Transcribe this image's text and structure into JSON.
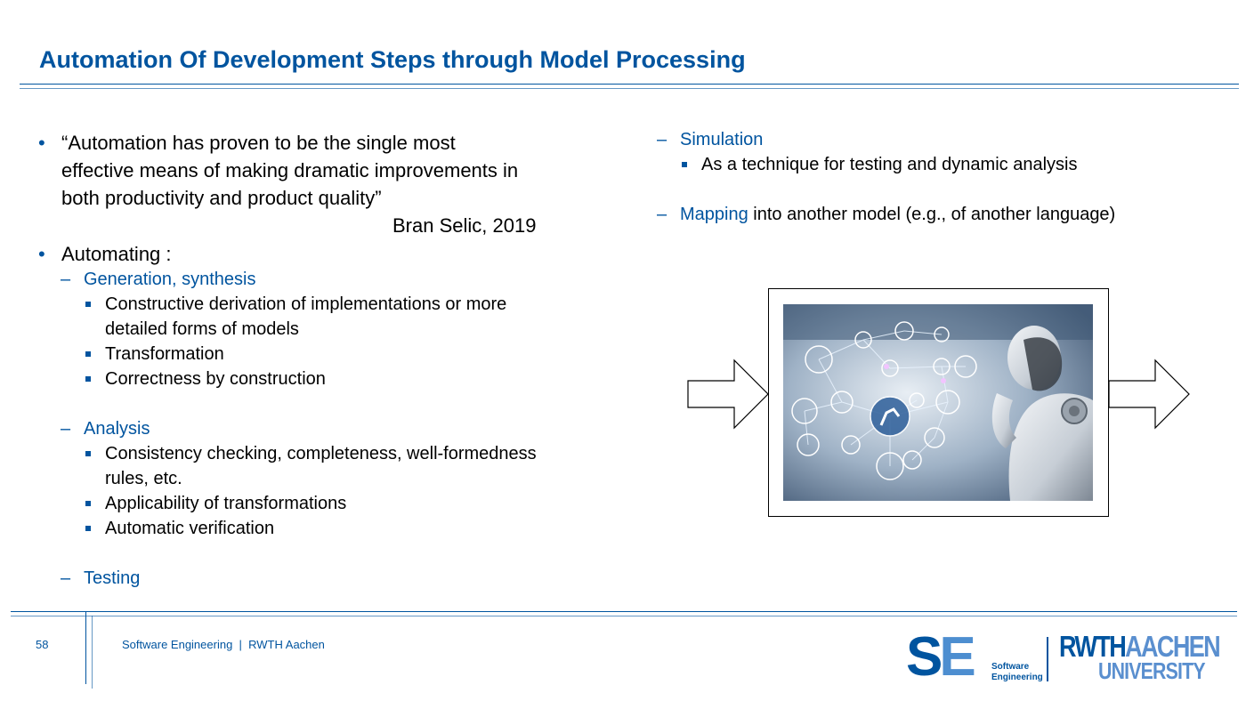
{
  "title": "Automation Of Development Steps through Model Processing",
  "left": {
    "quote_lines": [
      "“Automation has proven to be the single most",
      "effective means of making dramatic improvements in",
      "both productivity and product quality”"
    ],
    "quote_author": "Bran Selic, 2019",
    "automating_label": "Automating :",
    "generation": {
      "heading": "Generation, synthesis",
      "items": [
        [
          "Constructive derivation of implementations or more",
          "detailed forms of models"
        ],
        [
          "Transformation"
        ],
        [
          "Correctness by construction"
        ]
      ]
    },
    "analysis": {
      "heading": "Analysis",
      "items": [
        [
          "Consistency checking, completeness, well-formedness",
          "rules, etc."
        ],
        [
          "Applicability of transformations"
        ],
        [
          "Automatic verification"
        ]
      ]
    },
    "testing": {
      "heading": "Testing"
    }
  },
  "right": {
    "simulation": {
      "heading": "Simulation",
      "item": "As a technique for testing and dynamic analysis"
    },
    "mapping": {
      "keyword": "Mapping",
      "rest": " into another model (e.g., of another language)"
    }
  },
  "footer": {
    "page_number": "58",
    "text": "Software Engineering  |  RWTH Aachen"
  },
  "logos": {
    "se_s": "S",
    "se_e": "E",
    "se_sub_1": "Software",
    "se_sub_2": "Engineering",
    "rwth_dark": "RWTH",
    "rwth_light": "AACHEN",
    "university": "UNIVERSITY"
  },
  "colors": {
    "accent": "#00549f",
    "accent_light": "#5a8fcf"
  }
}
